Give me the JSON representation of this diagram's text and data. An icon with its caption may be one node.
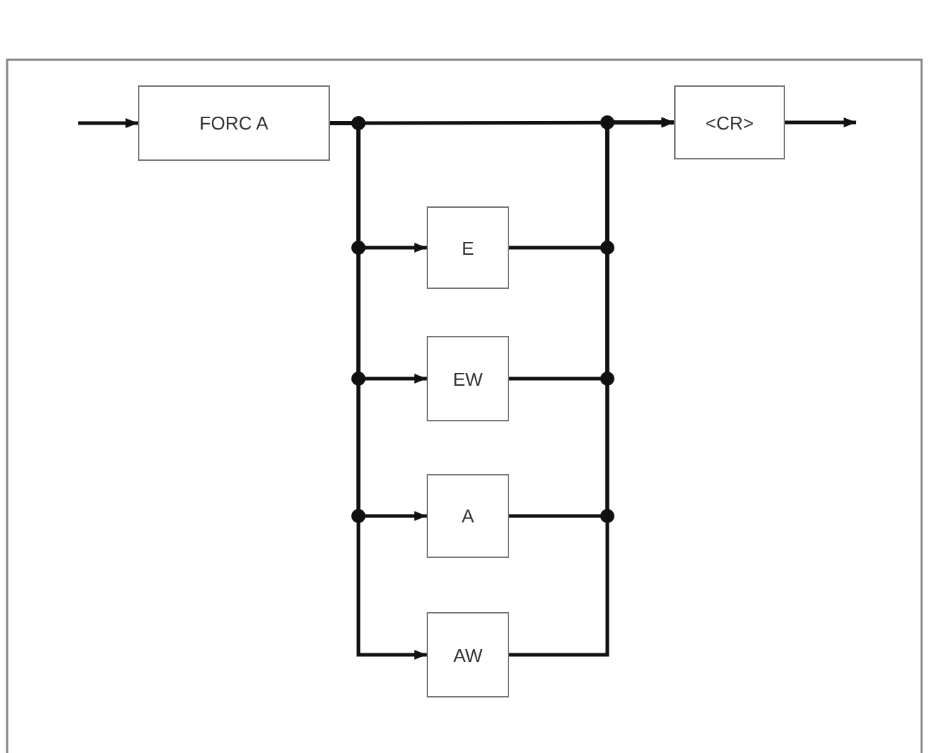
{
  "diagram": {
    "nodes": [
      {
        "text": [
          "FORC A"
        ]
      },
      {
        "text": [
          "E"
        ]
      },
      {
        "text": [
          "EW"
        ]
      },
      {
        "text": [
          "A"
        ]
      },
      {
        "text": [
          "AW"
        ]
      },
      {
        "text": [
          "<CR>"
        ]
      }
    ],
    "edges": [
      {
        "from": null,
        "to": 0,
        "arrow": "to"
      },
      {
        "from": 0,
        "to": 5,
        "arrow": "to"
      },
      {
        "from": 0,
        "to": 1,
        "arrow": "to"
      },
      {
        "from": 0,
        "to": 2,
        "arrow": "to"
      },
      {
        "from": 0,
        "to": 3,
        "arrow": "to"
      },
      {
        "from": 0,
        "to": 4,
        "arrow": "to"
      },
      {
        "from": 1,
        "to": 5,
        "arrow": "to"
      },
      {
        "from": 2,
        "to": 5,
        "arrow": "to"
      },
      {
        "from": 3,
        "to": 5,
        "arrow": "to"
      },
      {
        "from": 4,
        "to": 5,
        "arrow": "to"
      },
      {
        "from": 5,
        "to": null,
        "arrow": "to"
      }
    ]
  }
}
